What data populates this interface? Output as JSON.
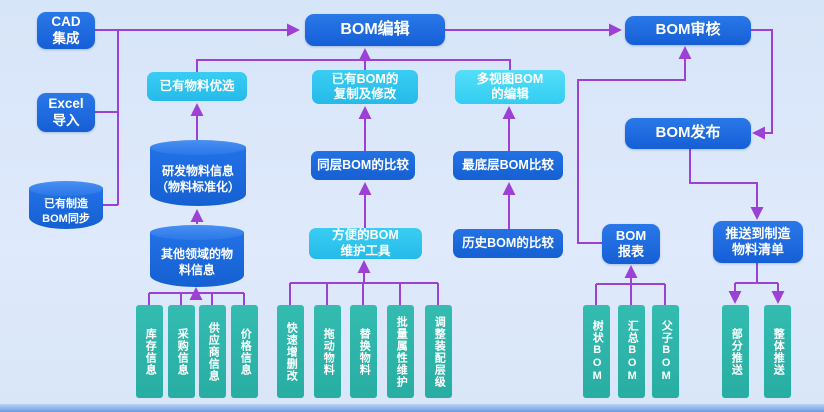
{
  "diagram_title": "BOM management flow diagram",
  "colors": {
    "background": "#dbe8f9",
    "node_blue": "#1a66dc",
    "node_cyan": "#2fc4ee",
    "node_cyan_light": "#43d5f4",
    "node_teal": "#2db5ab",
    "cylinder_blue": "#1d6ee2",
    "connector_purple": "#9d41d6",
    "bottom_bar_blue": "#6c99e6",
    "text": "#ffffff"
  },
  "nodes": {
    "cad": "CAD\n集成",
    "excel": "Excel\n导入",
    "mfg_sync": "已有制造\nBOM同步",
    "bom_edit": "BOM编辑",
    "bom_review": "BOM审核",
    "bom_publish": "BOM发布",
    "mat_select": "已有物料优选",
    "bom_copy": "已有BOM的\n复制及修改",
    "multiview_edit": "多视图BOM\n的编辑",
    "rd_material": "研发物料信息\n（物料标准化）",
    "other_material": "其他领域的物\n料信息",
    "same_level_compare": "同层BOM的比较",
    "bottom_level_compare": "最底层BOM比较",
    "history_compare": "历史BOM的比较",
    "maintenance_tools": "方便的BOM\n维护工具",
    "bom_report": "BOM\n报表",
    "push_to_mfg": "推送到制造\n物料清单",
    "inventory": "库存信息",
    "purchase": "采购信息",
    "supplier": "供应商信息",
    "price": "价格信息",
    "quick_edit": "快速增删改",
    "drag_material": "拖动物料",
    "replace_material": "替换物料",
    "batch_attr": "批量属性维护",
    "adjust_assembly": "调整装配层级",
    "tree_bom": "树状BOM",
    "summary_bom": "汇总BOM",
    "parent_child_bom": "父子BOM",
    "partial_push": "部分推送",
    "full_push": "整体推送"
  }
}
